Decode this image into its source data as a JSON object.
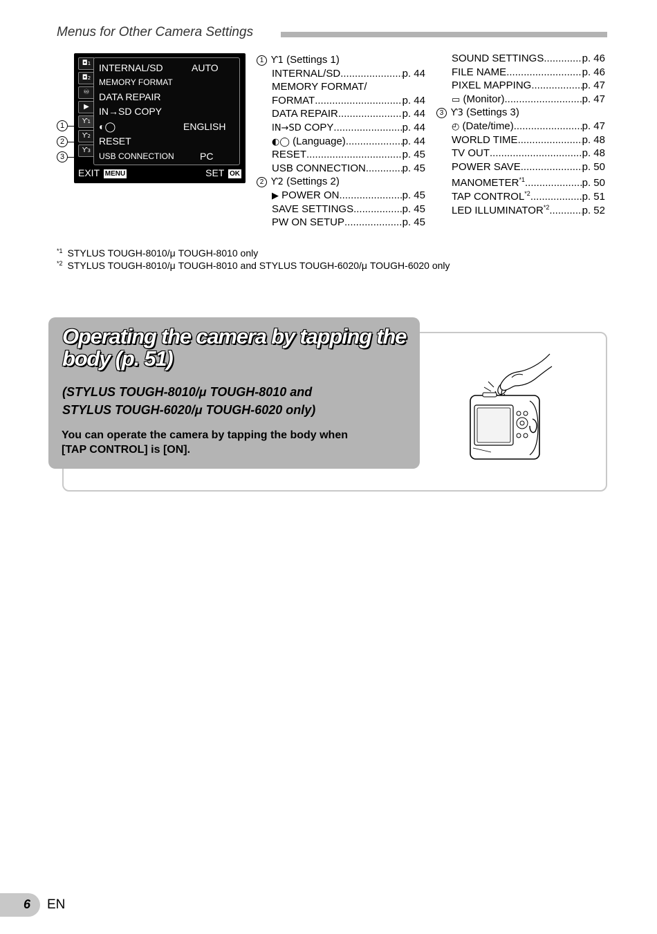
{
  "header": {
    "title": "Menus for Other Camera Settings"
  },
  "screen": {
    "tabs": [
      {
        "glyph": "◘",
        "sub": "1"
      },
      {
        "glyph": "◘",
        "sub": "2"
      },
      {
        "glyph": "♾",
        "sub": ""
      },
      {
        "glyph": "▶",
        "sub": ""
      },
      {
        "glyph": "Ƴ",
        "sub": "1"
      },
      {
        "glyph": "Ƴ",
        "sub": "2"
      },
      {
        "glyph": "Ƴ",
        "sub": "3"
      }
    ],
    "rows": [
      {
        "label": "INTERNAL/SD",
        "value": "AUTO"
      },
      {
        "label": "MEMORY FORMAT",
        "value": ""
      },
      {
        "label": "DATA REPAIR",
        "value": ""
      },
      {
        "label": "IN→SD COPY",
        "value": ""
      },
      {
        "label": "◐◯",
        "value": "ENGLISH"
      },
      {
        "label": "RESET",
        "value": ""
      },
      {
        "label": "USB CONNECTION",
        "value": "PC"
      }
    ],
    "exit_label": "EXIT",
    "exit_key": "MENU",
    "set_label": "SET",
    "set_key": "OK",
    "callouts": [
      "1",
      "2",
      "3"
    ]
  },
  "col1": {
    "settings1_num": "1",
    "settings1_icon": "Ƴ1",
    "settings1_title": "(Settings 1)",
    "internal_sd": "INTERNAL/SD",
    "internal_sd_page": "p. 44",
    "memory_format_1": "MEMORY FORMAT/",
    "memory_format_2": "FORMAT",
    "memory_format_page": "p. 44",
    "data_repair": "DATA REPAIR",
    "data_repair_page": "p. 44",
    "copy_icon": "IN→SD",
    "copy": "COPY",
    "copy_page": "p. 44",
    "language_icon": "◐◯",
    "language": "(Language)",
    "language_page": "p. 44",
    "reset": "RESET",
    "reset_page": "p. 45",
    "usb": "USB CONNECTION",
    "usb_page": "p. 45",
    "settings2_num": "2",
    "settings2_icon": "Ƴ2",
    "settings2_title": "(Settings 2)",
    "power_on_icon": "▶",
    "power_on": "POWER ON",
    "power_on_page": "p. 45",
    "save_settings": "SAVE SETTINGS",
    "save_settings_page": "p. 45",
    "pw_on_setup": "PW ON SETUP",
    "pw_on_setup_page": "p. 45"
  },
  "col2": {
    "sound": "SOUND SETTINGS",
    "sound_page": "p. 46",
    "file_name": "FILE NAME",
    "file_name_page": "p. 46",
    "pixel_mapping": "PIXEL MAPPING",
    "pixel_mapping_page": "p. 47",
    "monitor_icon": "▭",
    "monitor": "(Monitor)",
    "monitor_page": "p. 47",
    "settings3_num": "3",
    "settings3_icon": "Ƴ3",
    "settings3_title": "(Settings 3)",
    "datetime_icon": "◴",
    "datetime": "(Date/time)",
    "datetime_page": "p. 47",
    "world_time": "WORLD TIME",
    "world_time_page": "p. 48",
    "tv_out": "TV OUT",
    "tv_out_page": "p. 48",
    "power_save": "POWER SAVE",
    "power_save_page": "p. 50",
    "manometer": "MANOMETER",
    "manometer_mark": "*1",
    "manometer_page": "p. 50",
    "tap_control": "TAP CONTROL",
    "tap_control_mark": "*2",
    "tap_control_page": "p. 51",
    "led": "LED ILLUMINATOR",
    "led_mark": "*2",
    "led_page": "p. 52"
  },
  "footnotes": [
    {
      "mark": "*1",
      "text": "STYLUS TOUGH-8010/μ TOUGH-8010 only"
    },
    {
      "mark": "*2",
      "text": "STYLUS TOUGH-8010/μ TOUGH-8010 and STYLUS TOUGH-6020/μ TOUGH-6020 only"
    }
  ],
  "tap": {
    "title_line1": "Operating the camera by tapping the",
    "title_line2": "body (p. 51)",
    "sub_line1": "(STYLUS TOUGH-8010/μ TOUGH-8010 and",
    "sub_line2": "STYLUS TOUGH-6020/μ TOUGH-6020 only)",
    "desc_line1": "You can operate the camera by tapping the body when",
    "desc_line2": "[TAP CONTROL] is [ON]."
  },
  "page": {
    "number": "6",
    "lang": "EN"
  },
  "colors": {
    "header_bar": "#b3b3b3",
    "tap_box": "#b4b4b4",
    "frame": "#c8c8c8",
    "screen_bg": "#000000"
  }
}
